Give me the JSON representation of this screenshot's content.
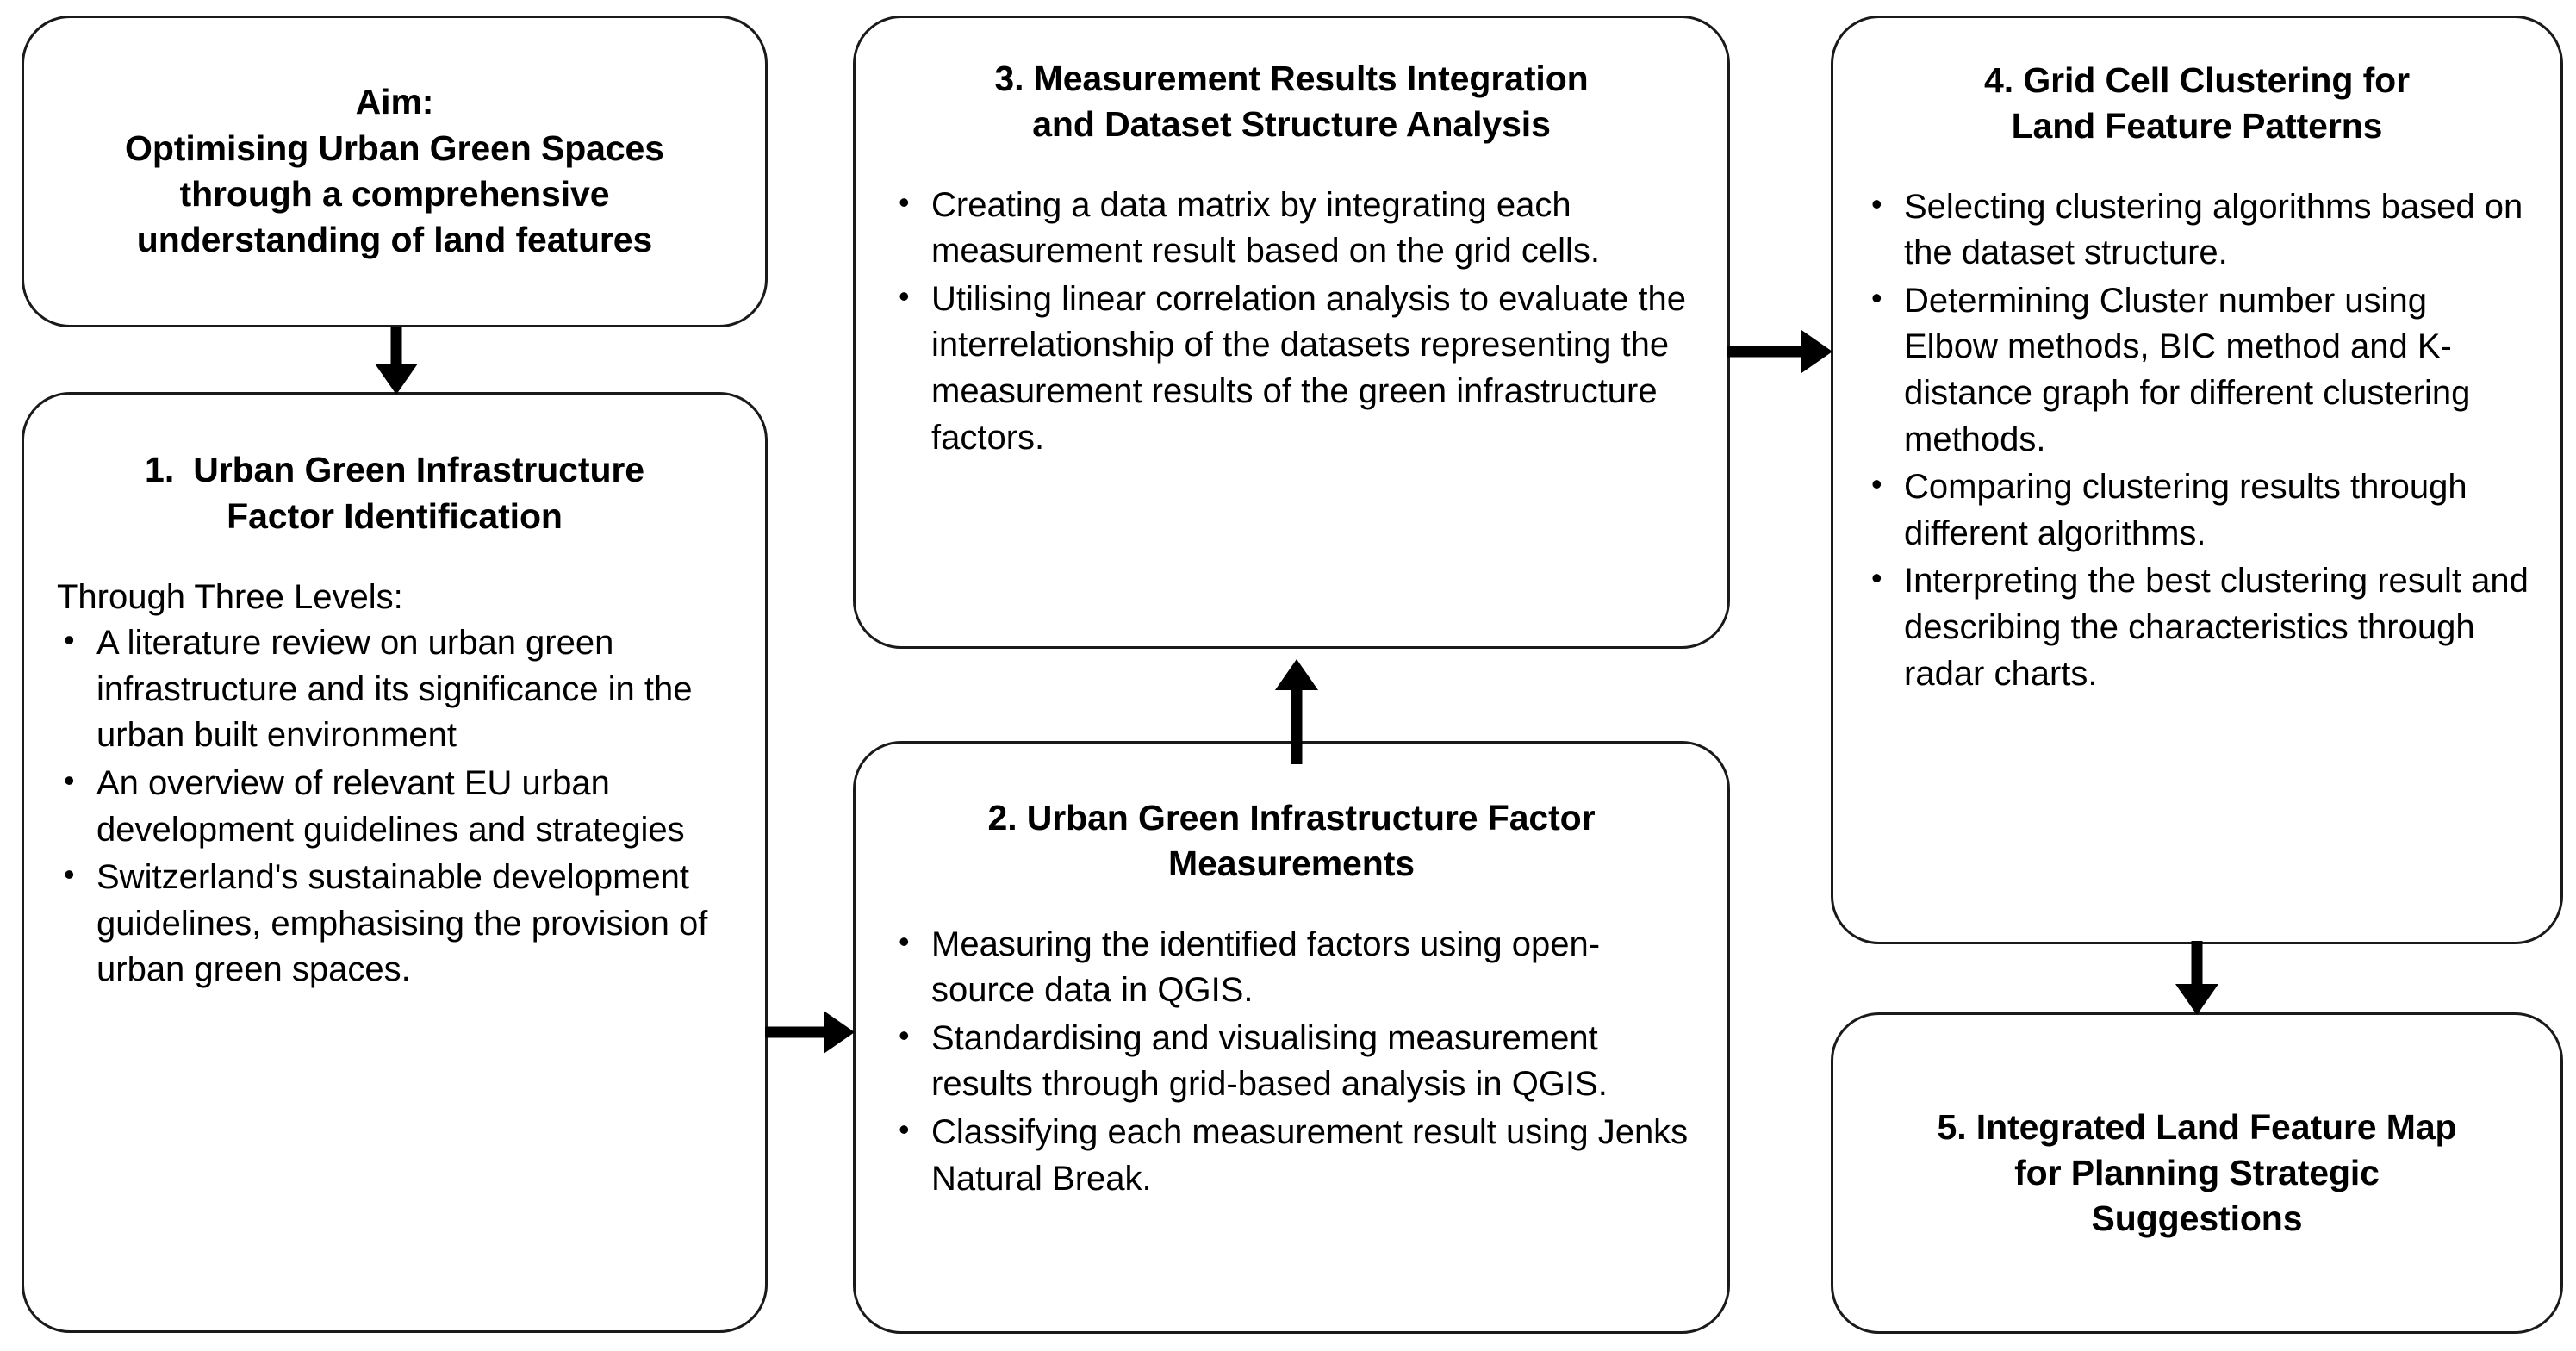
{
  "diagram": {
    "title": "Research methodology flowchart for optimising urban green spaces",
    "line_color": "#1a1a1a",
    "fill_color": "#ffffff",
    "arrow_color": "#000000"
  },
  "nodes": {
    "aim": {
      "label_line1": "Aim:",
      "label_line2": "Optimising Urban Green Spaces",
      "label_line3": "through a comprehensive",
      "label_line4": "understanding of land features"
    },
    "step1": {
      "number": "1.",
      "title": "Urban Green Infrastructure\nFactor Identification",
      "lead": "Through Three Levels:",
      "bullets": [
        "A literature review on urban green infrastructure and its significance in the urban built environment",
        "An overview of relevant EU urban development guidelines and strategies",
        "Switzerland's sustainable development guidelines, emphasising the provision of urban green spaces."
      ]
    },
    "step2": {
      "title": "2. Urban Green Infrastructure Factor\nMeasurements",
      "bullets": [
        "Measuring the identified factors using open-source data in QGIS.",
        "Standardising and visualising measurement results through grid-based analysis in QGIS.",
        "Classifying each measurement result using Jenks Natural Break."
      ]
    },
    "step3": {
      "title": "3. Measurement Results Integration\nand Dataset Structure Analysis",
      "bullets": [
        "Creating a data matrix by integrating each measurement result based on the grid cells.",
        "Utilising linear correlation analysis to evaluate the interrelationship of the datasets representing the measurement results of the green infrastructure factors."
      ]
    },
    "step4": {
      "title": "4. Grid Cell Clustering for\nLand Feature Patterns",
      "bullets": [
        "Selecting clustering algorithms based on the dataset structure.",
        "Determining Cluster number using Elbow methods, BIC method and K-distance graph for different clustering methods.",
        "Comparing clustering results through different algorithms.",
        "Interpreting the best clustering result and describing the characteristics through radar charts."
      ]
    },
    "step5": {
      "title": "5. Integrated Land Feature Map\nfor Planning Strategic\nSuggestions"
    }
  },
  "arrows": [
    {
      "name": "aim-to-step1",
      "from": "aim",
      "to": "step1",
      "direction": "down"
    },
    {
      "name": "step1-to-step2",
      "from": "step1",
      "to": "step2",
      "direction": "right"
    },
    {
      "name": "step2-to-step3",
      "from": "step2",
      "to": "step3",
      "direction": "up"
    },
    {
      "name": "step3-to-step4",
      "from": "step3",
      "to": "step4",
      "direction": "right"
    },
    {
      "name": "step4-to-step5",
      "from": "step4",
      "to": "step5",
      "direction": "down"
    }
  ]
}
